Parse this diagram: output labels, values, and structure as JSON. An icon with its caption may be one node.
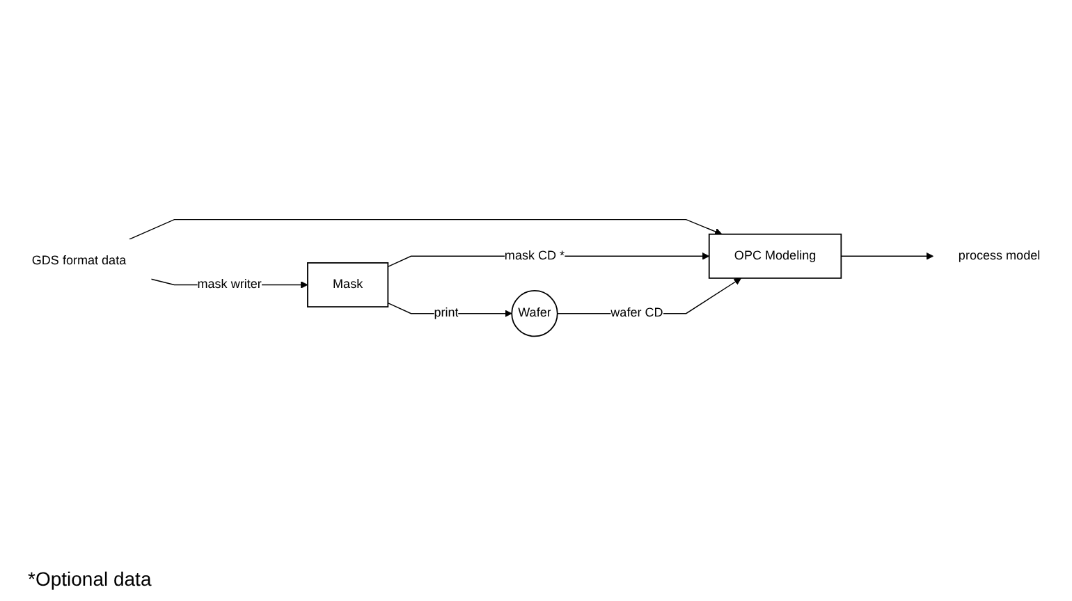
{
  "diagram": {
    "nodes": [
      {
        "text": [
          "GDS format data"
        ]
      },
      {
        "text": [
          "Mask"
        ]
      },
      {
        "text": [
          "Wafer"
        ]
      },
      {
        "text": [
          "OPC Modeling"
        ]
      },
      {
        "text": [
          "process model"
        ]
      }
    ],
    "edges": [
      {
        "from": 0,
        "to": 1,
        "arrow": "to",
        "label": "mask writer"
      },
      {
        "from": 1,
        "to": 2,
        "arrow": "to",
        "label": "print"
      },
      {
        "from": 0,
        "to": 3,
        "arrow": "to"
      },
      {
        "from": 1,
        "to": 3,
        "arrow": "to",
        "label": "mask CD *"
      },
      {
        "from": 2,
        "to": 3,
        "arrow": "to",
        "label": "wafer CD"
      },
      {
        "from": 3,
        "to": 4,
        "arrow": "to"
      }
    ],
    "labels": [
      "*Optional data"
    ]
  }
}
